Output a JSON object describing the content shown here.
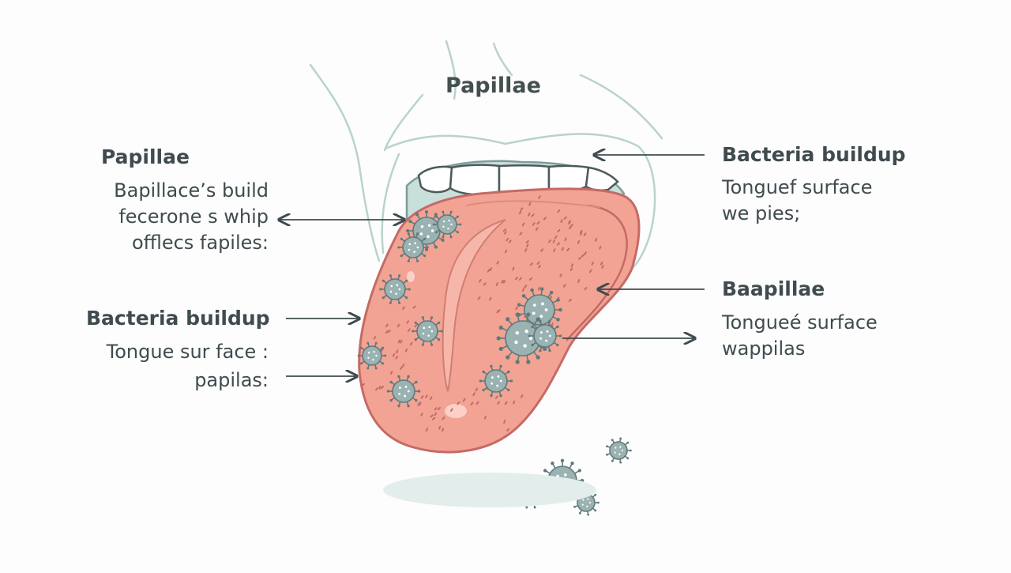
{
  "title": "Papillae",
  "labels": {
    "left_top": {
      "heading": "Papillae",
      "lines": [
        "Bapillace’s build",
        "fecerone s whip",
        "offlecs fapiles:"
      ]
    },
    "left_bottom": {
      "heading": "Bacteria buildup",
      "lines": [
        "Tongue sur face :",
        "papilas:"
      ]
    },
    "right_top": {
      "heading": "Bacteria buildup",
      "lines": [
        "Tonguef surface",
        "we pies;"
      ]
    },
    "right_bottom": {
      "heading": "Baapillae",
      "lines": [
        "Tongueé surface",
        "wappilas"
      ]
    }
  },
  "colors": {
    "tongue": "#f2a393",
    "tongue_outline": "#c56a66",
    "bacteria": "#9ab3b2",
    "bacteria_outline": "#5f7a7c",
    "mouth_outline": "#b9d3cb",
    "arrow": "#3f4b4e",
    "shadow": "#e3eeec"
  }
}
